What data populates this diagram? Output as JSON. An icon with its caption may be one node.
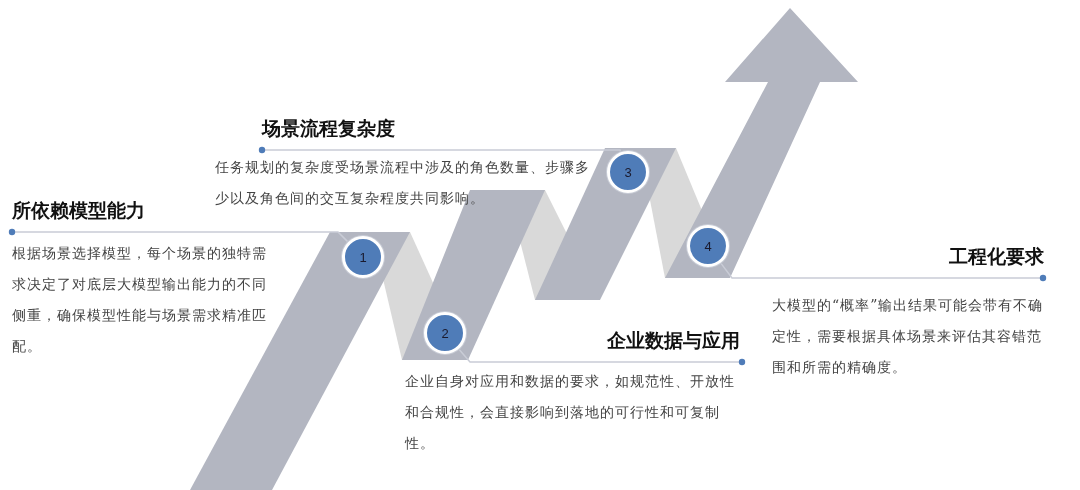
{
  "diagram": {
    "nodes": [
      {
        "text": [
          "1"
        ]
      },
      {
        "text": [
          "2"
        ]
      },
      {
        "text": [
          "3"
        ]
      },
      {
        "text": [
          "4"
        ]
      },
      {
        "text": [
          "所依赖模型能力",
          "根据场景选择模型，每个场景的独特需求决定了对底层大模型输出能力的不同侧重，确保模型性能与场景需求精准匹配。"
        ]
      },
      {
        "text": [
          "场景流程复杂度",
          "任务规划的复杂度受场景流程中涉及的角色数量、步骤多少以及角色间的交互复杂程度共同影响。"
        ]
      },
      {
        "text": [
          "企业数据与应用",
          "企业自身对应用和数据的要求，如规范性、开放性和合规性，会直接影响到落地的可行性和可复制性。"
        ]
      },
      {
        "text": [
          "工程化要求",
          "大模型的“概率”输出结果可能会带有不确定性，需要根据具体场景来评估其容错范围和所需的精确度。"
        ]
      }
    ],
    "edges": [
      {
        "from": 4,
        "to": 0,
        "arrow": "other"
      },
      {
        "from": 5,
        "to": 2,
        "arrow": "other"
      },
      {
        "from": 6,
        "to": 1,
        "arrow": "other"
      },
      {
        "from": 7,
        "to": 3,
        "arrow": "other"
      }
    ]
  }
}
